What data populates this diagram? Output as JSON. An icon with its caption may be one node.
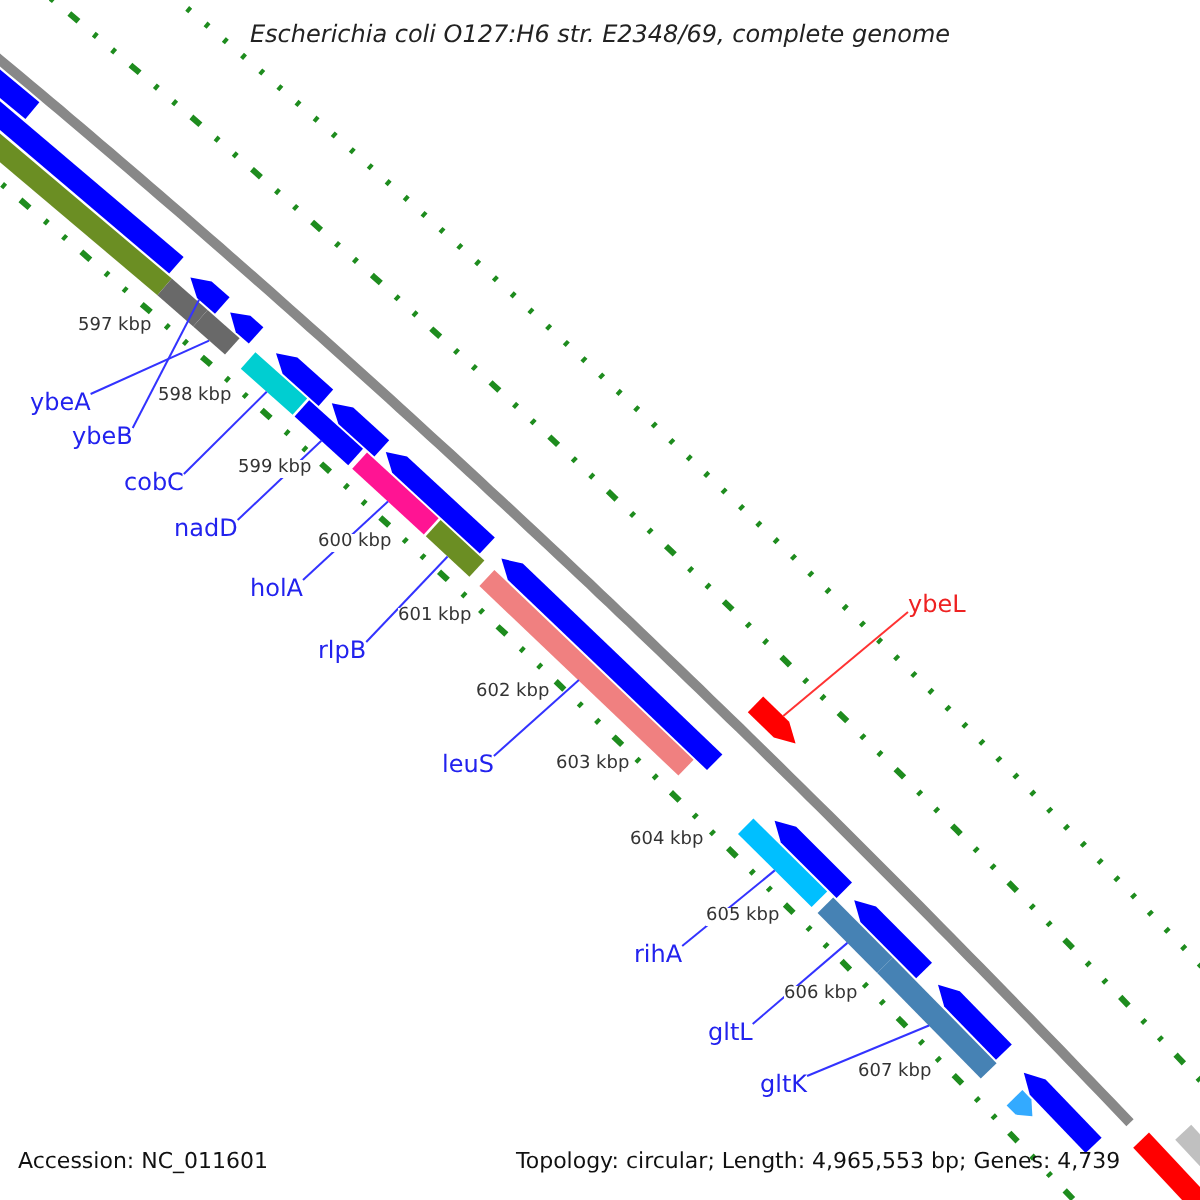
{
  "diagram": {
    "title": "Escherichia coli O127:H6 str. E2348/69, complete genome",
    "nodes": [
      {
        "text": [
          "ybeA"
        ]
      },
      {
        "text": [
          "ybeB"
        ]
      },
      {
        "text": [
          "cobC"
        ]
      },
      {
        "text": [
          "nadD"
        ]
      },
      {
        "text": [
          "holA"
        ]
      },
      {
        "text": [
          "rlpB"
        ]
      },
      {
        "text": [
          "leuS"
        ]
      },
      {
        "text": [
          "rihA"
        ]
      },
      {
        "text": [
          "gltL"
        ]
      },
      {
        "text": [
          "gltK"
        ]
      },
      {
        "text": [
          "ybeL"
        ]
      },
      {
        "text": [],
        "shape": "bar"
      },
      {
        "text": [],
        "shape": "pentagon"
      },
      {
        "text": [],
        "shape": "bar"
      },
      {
        "text": [],
        "shape": "bar"
      },
      {
        "text": [],
        "shape": "bar"
      },
      {
        "text": [],
        "shape": "pentagon"
      },
      {
        "text": [],
        "shape": "pentagon"
      },
      {
        "text": [],
        "shape": "bar"
      },
      {
        "text": [],
        "shape": "pentagon"
      },
      {
        "text": [],
        "shape": "pentagon"
      },
      {
        "text": [],
        "shape": "bar"
      },
      {
        "text": [],
        "shape": "pentagon"
      },
      {
        "text": [],
        "shape": "bar"
      },
      {
        "text": [],
        "shape": "pentagon"
      },
      {
        "text": [],
        "shape": "bar"
      },
      {
        "text": [],
        "shape": "bar"
      },
      {
        "text": [],
        "shape": "pentagon"
      },
      {
        "text": [],
        "shape": "pentagon"
      },
      {
        "text": [],
        "shape": "bar"
      },
      {
        "text": [],
        "shape": "pentagon"
      },
      {
        "text": [],
        "shape": "bar"
      },
      {
        "text": [],
        "shape": "pentagon"
      },
      {
        "text": [],
        "shape": "bar"
      },
      {
        "text": [],
        "shape": "pentagon"
      },
      {
        "text": [],
        "shape": "pentagon"
      },
      {
        "text": [],
        "shape": "pentagon"
      },
      {
        "text": [],
        "shape": "bar"
      }
    ],
    "edges": [
      {
        "from": 0,
        "to": 15,
        "arrow": "none"
      },
      {
        "from": 1,
        "to": 16,
        "arrow": "none"
      },
      {
        "from": 2,
        "to": 18,
        "arrow": "none"
      },
      {
        "from": 3,
        "to": 21,
        "arrow": "none"
      },
      {
        "from": 4,
        "to": 23,
        "arrow": "none"
      },
      {
        "from": 5,
        "to": 25,
        "arrow": "none"
      },
      {
        "from": 6,
        "to": 26,
        "arrow": "none"
      },
      {
        "from": 7,
        "to": 29,
        "arrow": "none"
      },
      {
        "from": 8,
        "to": 31,
        "arrow": "none"
      },
      {
        "from": 9,
        "to": 33,
        "arrow": "none"
      },
      {
        "from": 10,
        "to": 28,
        "arrow": "none",
        "color": "#ff3333"
      }
    ],
    "labels": [
      "597 kbp",
      "598 kbp",
      "599 kbp",
      "600 kbp",
      "601 kbp",
      "602 kbp",
      "603 kbp",
      "604 kbp",
      "605 kbp",
      "606 kbp",
      "607 kbp",
      "Accession: NC_011601",
      "Topology: circular; Length: 4,965,553 bp; Genes: 4,739"
    ]
  }
}
